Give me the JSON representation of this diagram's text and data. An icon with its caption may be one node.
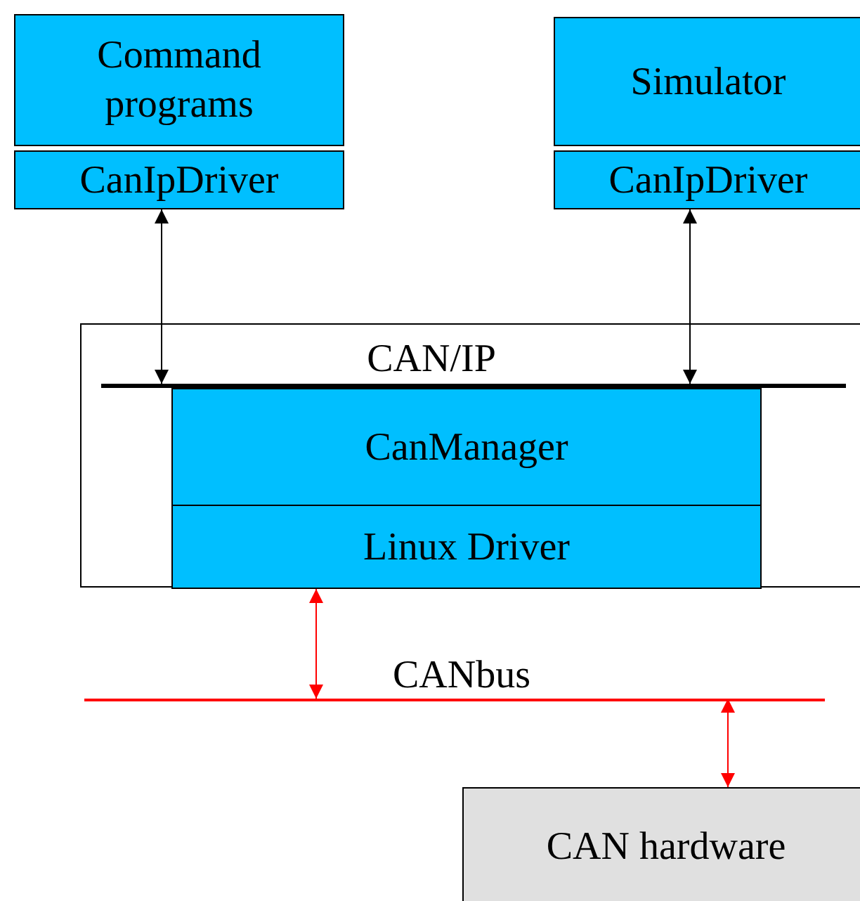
{
  "diagram": {
    "nodes": [
      {
        "text": [
          "Command programs"
        ]
      },
      {
        "text": [
          "CanIpDriver"
        ]
      },
      {
        "text": [
          "Simulator"
        ]
      },
      {
        "text": [
          "CanIpDriver"
        ]
      },
      {
        "text": [],
        "shape": "box"
      },
      {
        "text": [
          "CAN/IP"
        ],
        "in": 4
      },
      {
        "text": [
          "CanManager"
        ],
        "in": 4
      },
      {
        "text": [
          "Linux Driver"
        ],
        "in": 4
      },
      {
        "text": [
          "CANbus"
        ]
      },
      {
        "text": [
          "CAN hardware"
        ]
      }
    ],
    "edges": [
      {
        "from": 1,
        "to": 5,
        "arrow": "both"
      },
      {
        "from": 3,
        "to": 5,
        "arrow": "both"
      },
      {
        "from": 7,
        "to": 8,
        "arrow": "both",
        "color": "#ff0000"
      },
      {
        "from": 8,
        "to": 9,
        "arrow": "both",
        "color": "#ff0000"
      }
    ]
  }
}
